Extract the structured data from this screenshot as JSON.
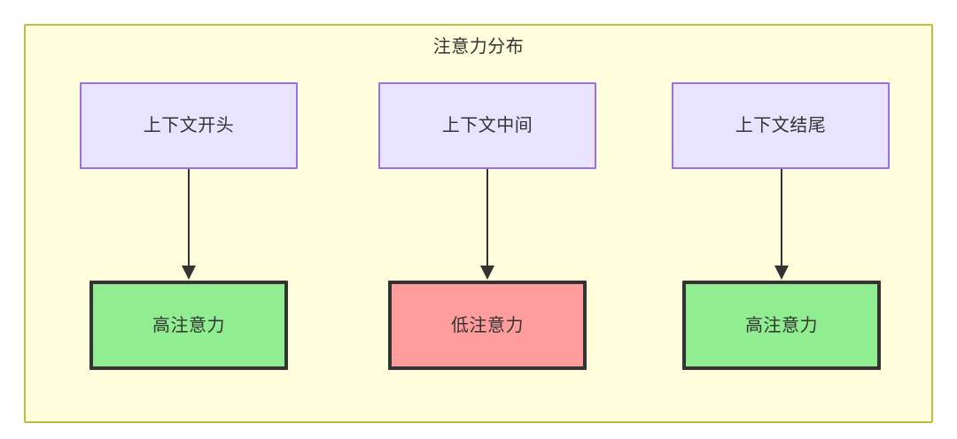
{
  "diagram": {
    "title": "注意力分布",
    "colors": {
      "container_fill": "#ffffdd",
      "container_border": "#bfbf3f",
      "source_fill": "#e8e4ff",
      "source_border": "#9b6fe0",
      "high_attention_fill": "#90ee90",
      "low_attention_fill": "#ff9c9c",
      "emphasis_border": "#333333",
      "text": "#333333",
      "edge": "#333333"
    },
    "nodes": {
      "context_start": "上下文开头",
      "context_middle": "上下文中间",
      "context_end": "上下文结尾",
      "attention_start": "高注意力",
      "attention_middle": "低注意力",
      "attention_end": "高注意力"
    },
    "edges": [
      {
        "from": "上下文开头",
        "to": "高注意力"
      },
      {
        "from": "上下文中间",
        "to": "低注意力"
      },
      {
        "from": "上下文结尾",
        "to": "高注意力"
      }
    ]
  }
}
